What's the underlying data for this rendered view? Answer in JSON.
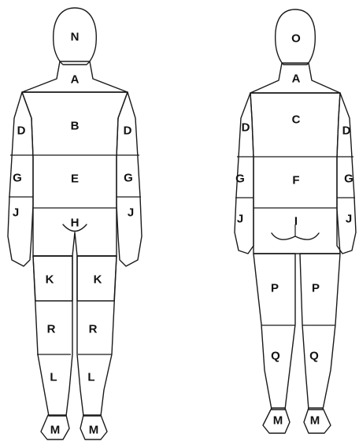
{
  "colors": {
    "shaded": "#c9c2e8",
    "unshaded": "#ffffff",
    "outline": "#1a1a1a"
  },
  "front": {
    "labels": {
      "head": "N",
      "neck": "A",
      "chest": "B",
      "upper_arm_left": "D",
      "upper_arm_right": "D",
      "abdomen": "E",
      "elbow_left": "G",
      "elbow_right": "G",
      "pelvis": "H",
      "forearm_left": "J",
      "forearm_right": "J",
      "thigh_left": "K",
      "thigh_right": "K",
      "knee_left": "R",
      "knee_right": "R",
      "shin_left": "L",
      "shin_right": "L",
      "foot_left": "M",
      "foot_right": "M"
    }
  },
  "back": {
    "labels": {
      "head": "O",
      "neck": "A",
      "upper_back": "C",
      "upper_arm_left": "D",
      "upper_arm_right": "D",
      "lower_back": "F",
      "elbow_left": "G",
      "elbow_right": "G",
      "buttocks": "I",
      "forearm_left": "J",
      "forearm_right": "J",
      "thigh_left": "P",
      "thigh_right": "P",
      "calf_left": "Q",
      "calf_right": "Q",
      "foot_left": "M",
      "foot_right": "M"
    }
  }
}
